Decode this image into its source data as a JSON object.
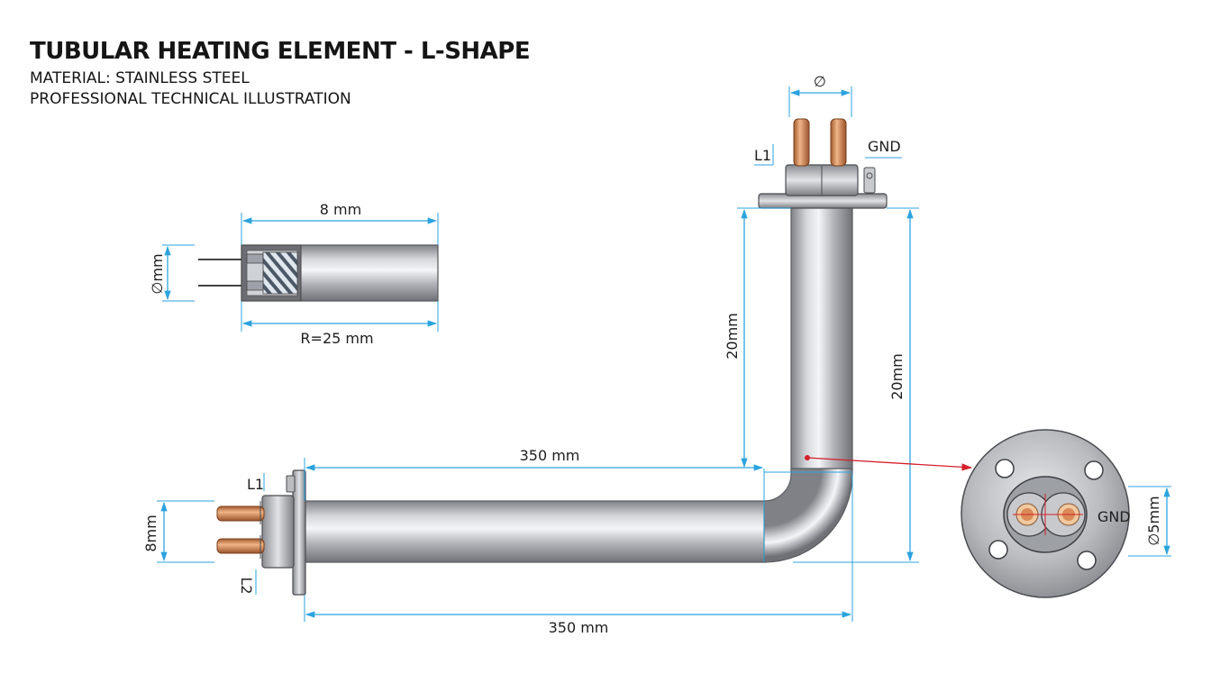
{
  "header": {
    "title": "TUBULAR HEATING ELEMENT - L-SHAPE",
    "subtitle_material": "MATERIAL: STAINLESS STEEL",
    "subtitle_type": "PROFESSIONAL TECHNICAL ILLUSTRATION"
  },
  "detail": {
    "length_label": "8 mm",
    "radius_label": "R=25 mm",
    "diameter_label": "∅mm"
  },
  "terminal_top": {
    "diameter_label": "∅",
    "l1_label": "L1",
    "gnd_label": "GND"
  },
  "terminal_left": {
    "l1_label": "L1",
    "l2_label": "L2",
    "spacing_label": "8mm"
  },
  "dimensions": {
    "horizontal_inner": "350 mm",
    "horizontal_overall": "350 mm",
    "vertical_inner": "20mm",
    "vertical_overall": "20mm"
  },
  "end_view": {
    "gnd_label": "GND",
    "diameter_label": "∅5mm"
  },
  "colors": {
    "dimension": "#2ba3df",
    "callout": "#d4202a",
    "copper": "#d98a58",
    "steel": "#a8aab0"
  }
}
